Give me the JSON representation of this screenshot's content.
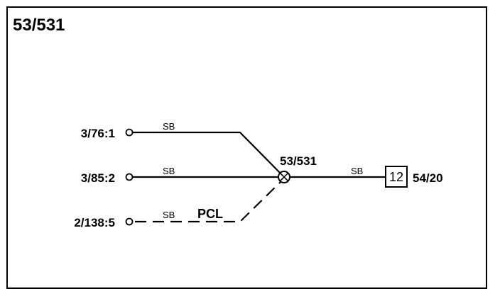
{
  "diagram": {
    "title": "53/531",
    "inputs": [
      {
        "ref": "3/76:1",
        "wire_color": "SB"
      },
      {
        "ref": "3/85:2",
        "wire_color": "SB"
      },
      {
        "ref": "2/138:5",
        "wire_color": "SB",
        "line_style": "dashed",
        "variant_label": "PCL"
      }
    ],
    "splice": {
      "label": "53/531"
    },
    "output": {
      "wire_color": "SB",
      "connector_pin": "12",
      "ref": "54/20"
    }
  }
}
